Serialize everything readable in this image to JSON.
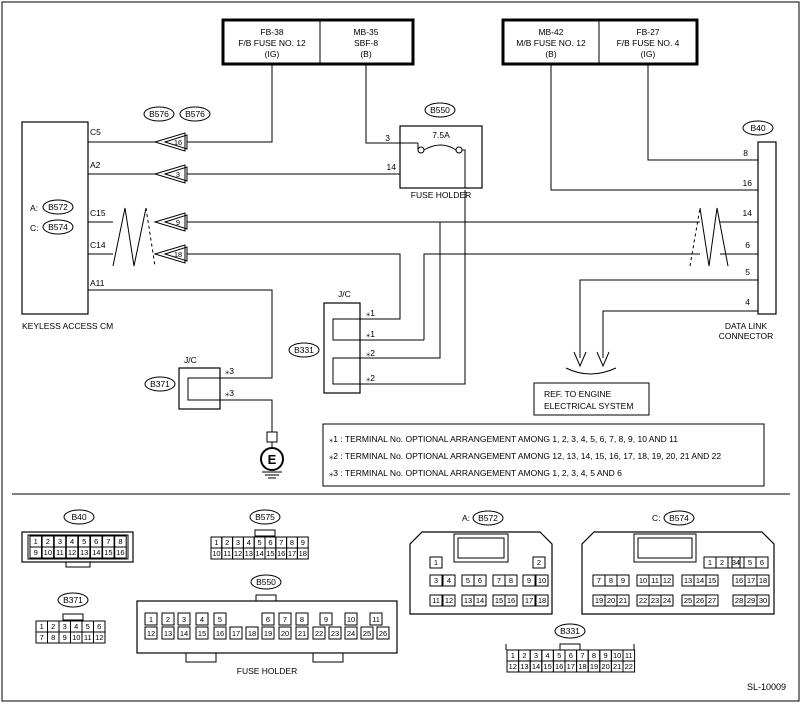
{
  "fuse_box_left": {
    "cell1": [
      "FB-38",
      "F/B FUSE NO. 12",
      "(IG)"
    ],
    "cell2": [
      "MB-35",
      "SBF-8",
      "(B)"
    ]
  },
  "fuse_box_right": {
    "cell1": [
      "MB-42",
      "M/B FUSE NO. 12",
      "(B)"
    ],
    "cell2": [
      "FB-27",
      "F/B FUSE NO. 4",
      "(IG)"
    ]
  },
  "keyless": {
    "label": "KEYLESS ACCESS CM",
    "conn_a_prefix": "A:",
    "conn_a": "B572",
    "conn_c_prefix": "C:",
    "conn_c": "B574",
    "pins": [
      "C5",
      "A2",
      "C15",
      "C14",
      "A11"
    ]
  },
  "joint_connectors": {
    "b576_a": "B576",
    "b576_b": "B576",
    "pins": [
      "16",
      "3",
      "9",
      "18"
    ]
  },
  "fuse_holder": {
    "tag": "B550",
    "rating": "7.5A",
    "pin_top": "3",
    "pin_bottom": "14",
    "label": "FUSE HOLDER"
  },
  "dlc": {
    "tag": "B40",
    "pins": [
      "8",
      "16",
      "14",
      "6",
      "5",
      "4"
    ],
    "label_line1": "DATA LINK",
    "label_line2": "CONNECTOR"
  },
  "jc_mid": {
    "label": "J/C",
    "tag": "B331",
    "pins": [
      "⁎1",
      "⁎1",
      "⁎2",
      "⁎2"
    ]
  },
  "jc_low": {
    "label": "J/C",
    "tag": "B371",
    "pins": [
      "⁎3",
      "⁎3"
    ]
  },
  "ground": {
    "symbol": "E"
  },
  "ref_box": {
    "line1": "REF. TO ENGINE",
    "line2": "ELECTRICAL SYSTEM"
  },
  "notes": [
    "⁎1 : TERMINAL No. OPTIONAL ARRANGEMENT AMONG 1, 2, 3, 4, 5, 6, 7, 8, 9, 10 AND 11",
    "⁎2 : TERMINAL No. OPTIONAL ARRANGEMENT AMONG 12, 13, 14, 15, 16, 17, 18, 19, 20, 21 AND 22",
    "⁎3 : TERMINAL No. OPTIONAL ARRANGEMENT AMONG 1, 2, 3, 4, 5 AND 6"
  ],
  "connector_views": {
    "b40": {
      "tag": "B40",
      "row1": [
        "1",
        "2",
        "3",
        "4",
        "5",
        "6",
        "7",
        "8"
      ],
      "row2": [
        "9",
        "10",
        "11",
        "12",
        "13",
        "14",
        "15",
        "16"
      ]
    },
    "b575": {
      "tag": "B575",
      "row1": [
        "1",
        "2",
        "3",
        "4",
        "5",
        "6",
        "7",
        "8",
        "9"
      ],
      "row2": [
        "10",
        "11",
        "12",
        "13",
        "14",
        "15",
        "16",
        "17",
        "18"
      ]
    },
    "b371": {
      "tag": "B371",
      "row1": [
        "1",
        "2",
        "3",
        "4",
        "5",
        "6"
      ],
      "row2": [
        "7",
        "8",
        "9",
        "10",
        "11",
        "12"
      ]
    },
    "b550": {
      "tag": "B550",
      "label": "FUSE HOLDER",
      "row1": [
        "1",
        "2",
        "3",
        "4",
        "5",
        "6",
        "7",
        "8",
        "9",
        "10",
        "11"
      ],
      "row2": [
        "12",
        "13",
        "14",
        "15",
        "16",
        "17",
        "18",
        "19",
        "20",
        "21",
        "22",
        "23",
        "24",
        "25",
        "26"
      ]
    },
    "b572": {
      "prefix": "A:",
      "tag": "B572",
      "row1": [
        "1",
        "2"
      ],
      "row2": [
        "3",
        "4",
        "5",
        "6",
        "7",
        "8",
        "9",
        "10"
      ],
      "row3": [
        "11",
        "12",
        "13",
        "14",
        "15",
        "16",
        "17",
        "18"
      ]
    },
    "b574": {
      "prefix": "C:",
      "tag": "B574",
      "row1": [
        "1",
        "2",
        "3",
        "4",
        "5",
        "6"
      ],
      "row2": [
        "7",
        "8",
        "9",
        "10",
        "11",
        "12",
        "13",
        "14",
        "15",
        "16",
        "17",
        "18"
      ],
      "row3": [
        "19",
        "20",
        "21",
        "22",
        "23",
        "24",
        "25",
        "26",
        "27",
        "28",
        "29",
        "30"
      ]
    },
    "b331": {
      "tag": "B331",
      "row1": [
        "1",
        "2",
        "3",
        "4",
        "5",
        "6",
        "7",
        "8",
        "9",
        "10",
        "11"
      ],
      "row2": [
        "12",
        "13",
        "14",
        "15",
        "16",
        "17",
        "18",
        "19",
        "20",
        "21",
        "22"
      ]
    }
  },
  "figure_id": "SL-10009"
}
